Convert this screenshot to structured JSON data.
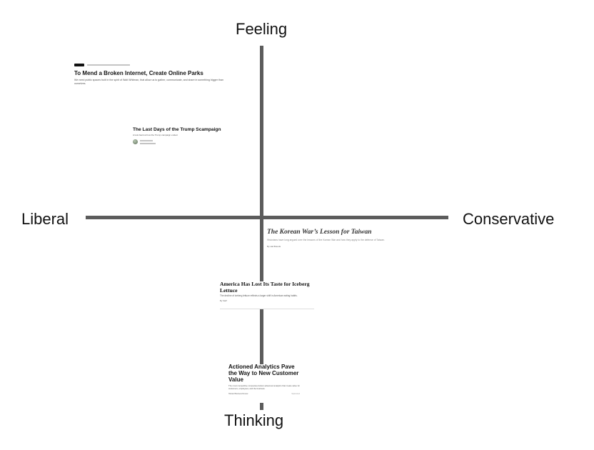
{
  "axes": {
    "top_label": "Feeling",
    "bottom_label": "Thinking",
    "left_label": "Liberal",
    "right_label": "Conservative"
  },
  "articles": [
    {
      "headline": "To Mend a Broken Internet, Create Online Parks",
      "deck": "We need public spaces built in the spirit of Walt Whitman, that allow us to gather, communicate, and share in something bigger than ourselves."
    },
    {
      "headline": "The Last Days of the Trump Scampaign",
      "deck": "A look back at how the Trump campaign ended."
    },
    {
      "headline": "The Korean War’s Lesson for Taiwan",
      "deck": "Historians have long argued over the lessons of the Korean War and how they apply to the defense of Taiwan.",
      "byline": "By Hal Brands"
    },
    {
      "headline": "America Has Lost Its Taste for Iceberg Lettuce",
      "deck": "The decline of iceberg lettuce reflects a larger shift in American eating habits.",
      "byline": "By Staff"
    },
    {
      "headline": "Actioned Analytics Pave the Way to New Customer Value",
      "deck": "The most competitive companies deliver advanced analytics that create value for customers, employees, and the business.",
      "byline_left": "Harvard Business Review",
      "byline_right": "Sponsored"
    }
  ]
}
